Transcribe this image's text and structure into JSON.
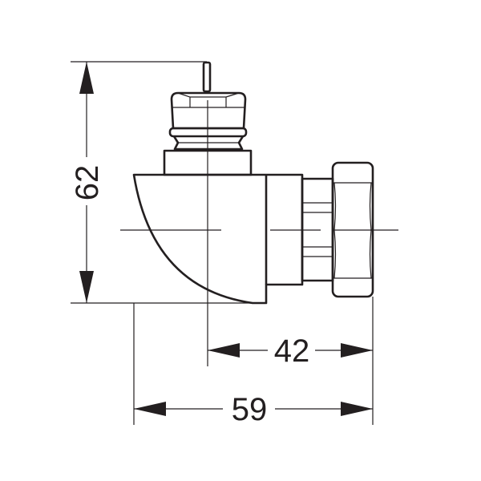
{
  "drawing": {
    "line_color": "#231f20",
    "dimensions": {
      "height": "62",
      "center_to_nut": "42",
      "overall_width": "59"
    }
  }
}
